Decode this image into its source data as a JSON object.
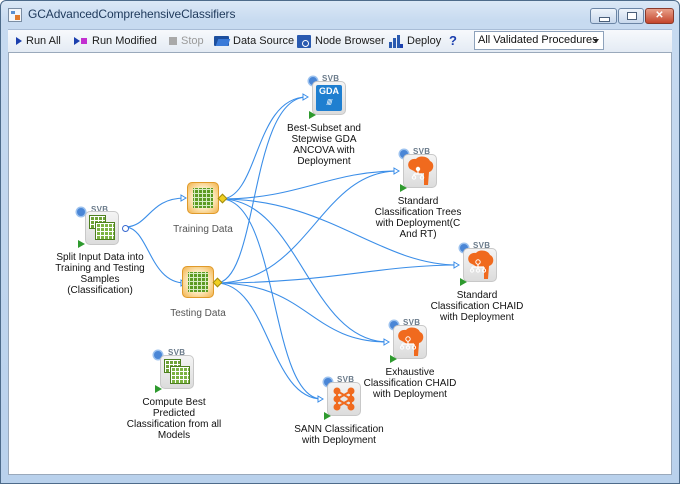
{
  "window": {
    "title": "GCAdvancedComprehensiveClassifiers",
    "controls": {
      "minimize": "minimize",
      "maximize": "restore",
      "close": "close"
    }
  },
  "toolbar": {
    "run_all": "Run All",
    "run_modified": "Run Modified",
    "stop": "Stop",
    "data_source": "Data Source",
    "node_browser": "Node Browser",
    "deploy": "Deploy",
    "help": "?",
    "procedure_filter": {
      "selected": "All Validated Procedures"
    }
  },
  "colors": {
    "wire": "#3b8ee8",
    "svb_orange": "#f06a1e",
    "gda_blue": "#1f7fd0",
    "spreadsheet_green": "#6fa338",
    "run_green": "#2e9a2e"
  },
  "workspace": {
    "nodes": [
      {
        "id": "split",
        "badge": "SVB",
        "icon": "spreadsheet-icon",
        "label": [
          "Split Input Data into",
          "Training and Testing",
          "Samples",
          "(Classification)"
        ]
      },
      {
        "id": "training",
        "icon": "data-table-icon",
        "label": [
          "Training Data"
        ]
      },
      {
        "id": "testing",
        "icon": "data-table-icon",
        "label": [
          "Testing Data"
        ]
      },
      {
        "id": "gda",
        "badge": "SVB",
        "icon": "gda-icon",
        "icon_text": "GDA",
        "icon_subtext": "////",
        "label": [
          "Best-Subset and",
          "Stepwise GDA",
          "ANCOVA with",
          "Deployment"
        ]
      },
      {
        "id": "trees",
        "badge": "SVB",
        "icon": "tree-icon",
        "label": [
          "Standard",
          "Classification Trees",
          "with Deployment(C",
          "And RT)"
        ]
      },
      {
        "id": "chaid",
        "badge": "SVB",
        "icon": "tree-icon",
        "label": [
          "Standard",
          "Classification CHAID",
          "with Deployment"
        ]
      },
      {
        "id": "exchaid",
        "badge": "SVB",
        "icon": "tree-icon",
        "label": [
          "Exhaustive",
          "Classification CHAID",
          "with Deployment"
        ]
      },
      {
        "id": "sann",
        "badge": "SVB",
        "icon": "neural-network-icon",
        "label": [
          "SANN Classification",
          "with Deployment"
        ]
      },
      {
        "id": "best",
        "badge": "SVB",
        "icon": "spreadsheet-icon",
        "label": [
          "Compute Best",
          "Predicted",
          "Classification from all",
          "Models"
        ]
      }
    ],
    "connections": [
      {
        "from": "split",
        "to": "training"
      },
      {
        "from": "split",
        "to": "testing"
      },
      {
        "from": "training",
        "to": "gda"
      },
      {
        "from": "training",
        "to": "trees"
      },
      {
        "from": "training",
        "to": "chaid"
      },
      {
        "from": "training",
        "to": "exchaid"
      },
      {
        "from": "training",
        "to": "sann"
      },
      {
        "from": "testing",
        "to": "gda"
      },
      {
        "from": "testing",
        "to": "trees"
      },
      {
        "from": "testing",
        "to": "chaid"
      },
      {
        "from": "testing",
        "to": "exchaid"
      },
      {
        "from": "testing",
        "to": "sann"
      }
    ]
  }
}
